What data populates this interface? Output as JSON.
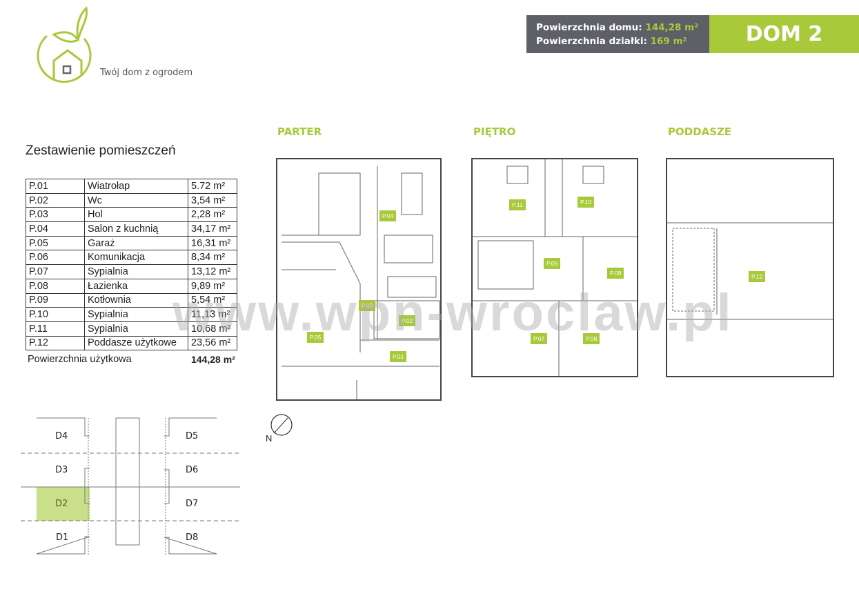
{
  "header": {
    "tagline": "Twój dom z ogrodem",
    "house_area_label": "Powierzchnia domu:",
    "house_area_value": "144,28 m²",
    "plot_area_label": "Powierzchnia działki:",
    "plot_area_value": "169 m²",
    "house_name": "DOM 2"
  },
  "table": {
    "title": "Zestawienie pomieszczeń",
    "rows": [
      {
        "code": "P.01",
        "name": "Wiatrołap",
        "area": "5.72 m²"
      },
      {
        "code": "P.02",
        "name": "Wc",
        "area": "3,54 m²"
      },
      {
        "code": "P.03",
        "name": "Hol",
        "area": "2,28 m²"
      },
      {
        "code": "P.04",
        "name": "Salon z kuchnią",
        "area": "34,17 m²"
      },
      {
        "code": "P.05",
        "name": "Garaż",
        "area": "16,31 m²"
      },
      {
        "code": "P.06",
        "name": "Komunikacja",
        "area": "8,34 m²"
      },
      {
        "code": "P.07",
        "name": "Sypialnia",
        "area": "13,12 m²"
      },
      {
        "code": "P.08",
        "name": "Łazienka",
        "area": "9,89 m²"
      },
      {
        "code": "P.09",
        "name": "Kotłownia",
        "area": "5,54 m²"
      },
      {
        "code": "P.10",
        "name": "Sypialnia",
        "area": "11,13 m²"
      },
      {
        "code": "P.11",
        "name": "Sypialnia",
        "area": "10,68 m²"
      },
      {
        "code": "P.12",
        "name": "Poddasze użytkowe",
        "area": "23,56 m²"
      }
    ],
    "total_label": "Powierzchnia użytkowa",
    "total_value": "144,28 m²"
  },
  "plans": {
    "parter": "PARTER",
    "pietro": "PIĘTRO",
    "poddasze": "PODDASZE",
    "north": "N"
  },
  "watermark": "www.wpn-wroclaw.pl",
  "site": {
    "lots": [
      "D1",
      "D2",
      "D3",
      "D4",
      "D5",
      "D6",
      "D7",
      "D8"
    ],
    "selected": "D2"
  },
  "colors": {
    "accent": "#a8c93a",
    "dark": "#5f6067"
  }
}
